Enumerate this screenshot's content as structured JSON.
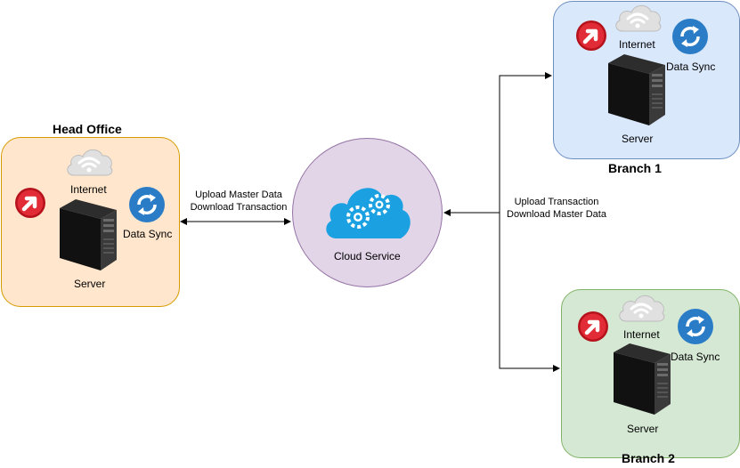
{
  "head_office": {
    "title": "Head Office",
    "internet": "Internet",
    "data_sync": "Data Sync",
    "server": "Server"
  },
  "branch1": {
    "title": "Branch 1",
    "internet": "Internet",
    "data_sync": "Data Sync",
    "server": "Server"
  },
  "branch2": {
    "title": "Branch 2",
    "internet": "Internet",
    "data_sync": "Data Sync",
    "server": "Server"
  },
  "cloud": {
    "label": "Cloud Service"
  },
  "edges": {
    "head": {
      "line1": "Upload Master Data",
      "line2": "Download Transaction"
    },
    "branches": {
      "line1": "Upload Transaction",
      "line2": "Download Master Data"
    }
  },
  "colors": {
    "head_fill": "#ffe6cc",
    "head_stroke": "#d79b00",
    "branch1_fill": "#dae8fc",
    "branch1_stroke": "#6c8ebf",
    "branch2_fill": "#d5e8d4",
    "branch2_stroke": "#82b366",
    "cloud_fill": "#e1d5e7",
    "cloud_stroke": "#9673a6",
    "sync_blue": "#2a7cc7",
    "cloud_icon_blue": "#1ba1e2",
    "logo_red": "#cc1f2f"
  },
  "icons": [
    "red-arrow-logo-icon",
    "wifi-cloud-icon",
    "data-sync-icon",
    "server-tower-icon",
    "cloud-gears-icon"
  ]
}
